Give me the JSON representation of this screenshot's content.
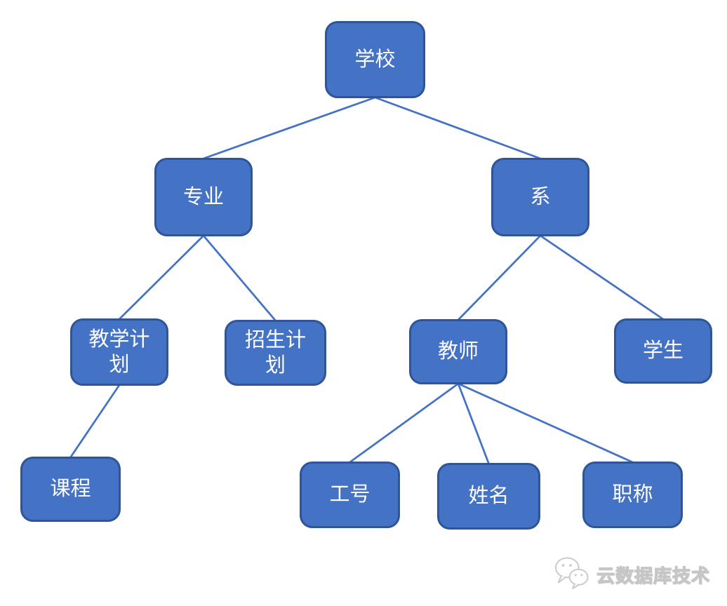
{
  "diagram": {
    "fill_color": "#4472C4",
    "border_color": "#2F5597",
    "line_color": "#4472C4",
    "text_color": "#FFFFFF",
    "nodes": [
      {
        "id": "school",
        "label": "学校"
      },
      {
        "id": "major",
        "label": "专业"
      },
      {
        "id": "department",
        "label": "系"
      },
      {
        "id": "teaching-plan",
        "label": "教学计\n划"
      },
      {
        "id": "enroll-plan",
        "label": "招生计\n划"
      },
      {
        "id": "teacher",
        "label": "教师"
      },
      {
        "id": "student",
        "label": "学生"
      },
      {
        "id": "course",
        "label": "课程"
      },
      {
        "id": "employee-id",
        "label": "工号"
      },
      {
        "id": "name",
        "label": "姓名"
      },
      {
        "id": "job-title",
        "label": "职称"
      }
    ],
    "edges": [
      {
        "from": "school",
        "to": "major"
      },
      {
        "from": "school",
        "to": "department"
      },
      {
        "from": "major",
        "to": "teaching-plan"
      },
      {
        "from": "major",
        "to": "enroll-plan"
      },
      {
        "from": "department",
        "to": "teacher"
      },
      {
        "from": "department",
        "to": "student"
      },
      {
        "from": "teaching-plan",
        "to": "course"
      },
      {
        "from": "teacher",
        "to": "employee-id"
      },
      {
        "from": "teacher",
        "to": "name"
      },
      {
        "from": "teacher",
        "to": "job-title"
      }
    ]
  },
  "watermark": {
    "label": "云数据库技术",
    "icon": "wechat-icon",
    "color": "#c9c9c9"
  }
}
